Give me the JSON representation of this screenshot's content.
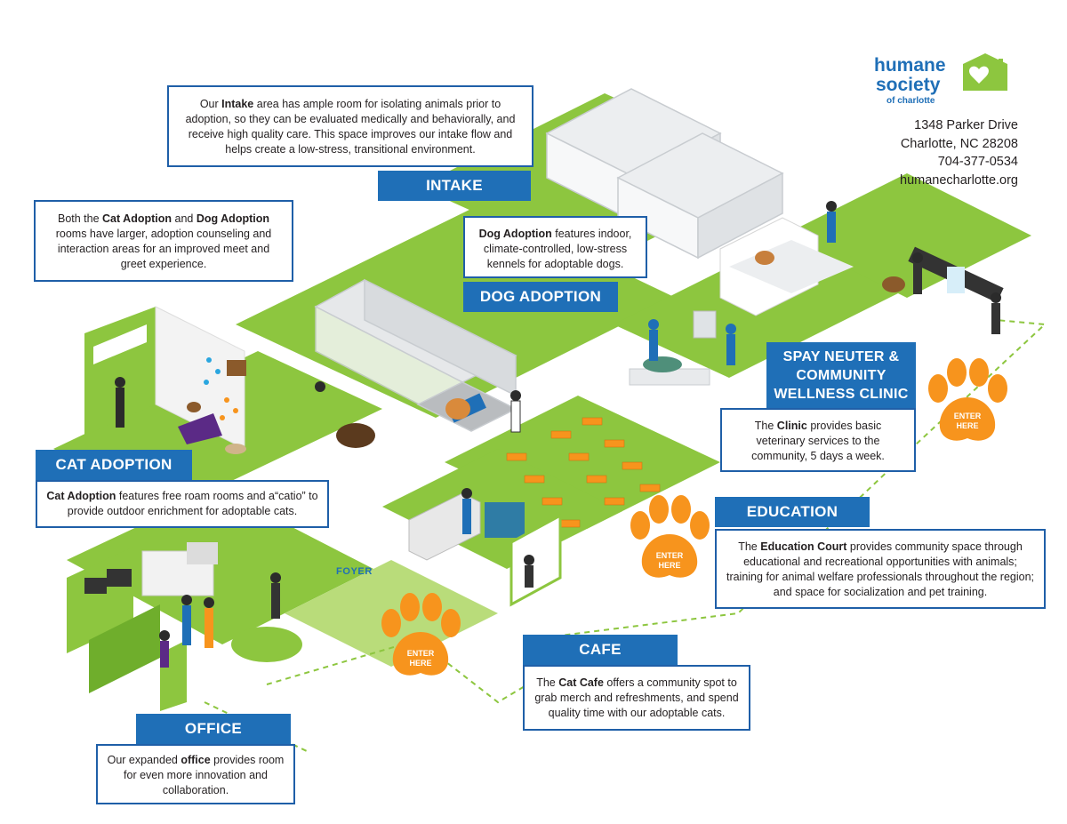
{
  "logo": {
    "line1": "humane",
    "line2": "society",
    "line3": "of charlotte"
  },
  "address": {
    "street": "1348 Parker Drive",
    "city": "Charlotte, NC 28208",
    "phone": "704-377-0534",
    "web": "humanecharlotte.org"
  },
  "areas": {
    "intake": {
      "label": "INTAKE",
      "desc_bold": "Intake",
      "desc_pre": "Our ",
      "desc_post": " area has ample room for isolating animals prior to adoption, so they can be evaluated medically and behaviorally, and receive high quality care. This space improves our intake flow and helps create a low-stress, transitional environment."
    },
    "both_adoption": {
      "pre": "Both the ",
      "bold1": "Cat Adoption",
      "mid": " and ",
      "bold2": "Dog Adoption",
      "post": " rooms have larger, adoption counseling and interaction areas for an improved meet and greet experience."
    },
    "dog_adoption": {
      "label": "DOG ADOPTION",
      "desc_bold": "Dog Adoption",
      "desc_post": " features indoor, climate-controlled, low-stress kennels for adoptable dogs."
    },
    "cat_adoption": {
      "label": "CAT ADOPTION",
      "desc_bold": "Cat Adoption",
      "desc_post": " features free roam rooms and a“catio” to provide outdoor enrichment for adoptable cats."
    },
    "clinic": {
      "label_line1": "SPAY NEUTER &",
      "label_line2": "COMMUNITY",
      "label_line3": "WELLNESS CLINIC",
      "desc_pre": "The ",
      "desc_bold": "Clinic",
      "desc_post": " provides basic veterinary services to the community, 5 days a week."
    },
    "education": {
      "label": "EDUCATION",
      "desc_pre": "The ",
      "desc_bold": "Education Court",
      "desc_post": " provides community space through educational and recreational opportunities with animals; training for animal welfare professionals throughout the region; and space for socialization and pet training."
    },
    "cafe": {
      "label": "CAFE",
      "desc_pre": "The ",
      "desc_bold": "Cat Cafe",
      "desc_post": " offers a community spot to grab merch and refreshments, and spend quality time with our adoptable cats."
    },
    "office": {
      "label": "OFFICE",
      "desc_pre": "Our expanded ",
      "desc_bold": "office",
      "desc_post": " provides room for even more innovation and collaboration."
    }
  },
  "foyer_label": "FOYER",
  "enter_line1": "ENTER",
  "enter_line2": "HERE",
  "colors": {
    "blue": "#1f6fb7",
    "green": "#8dc63f",
    "orange": "#f7941d"
  }
}
